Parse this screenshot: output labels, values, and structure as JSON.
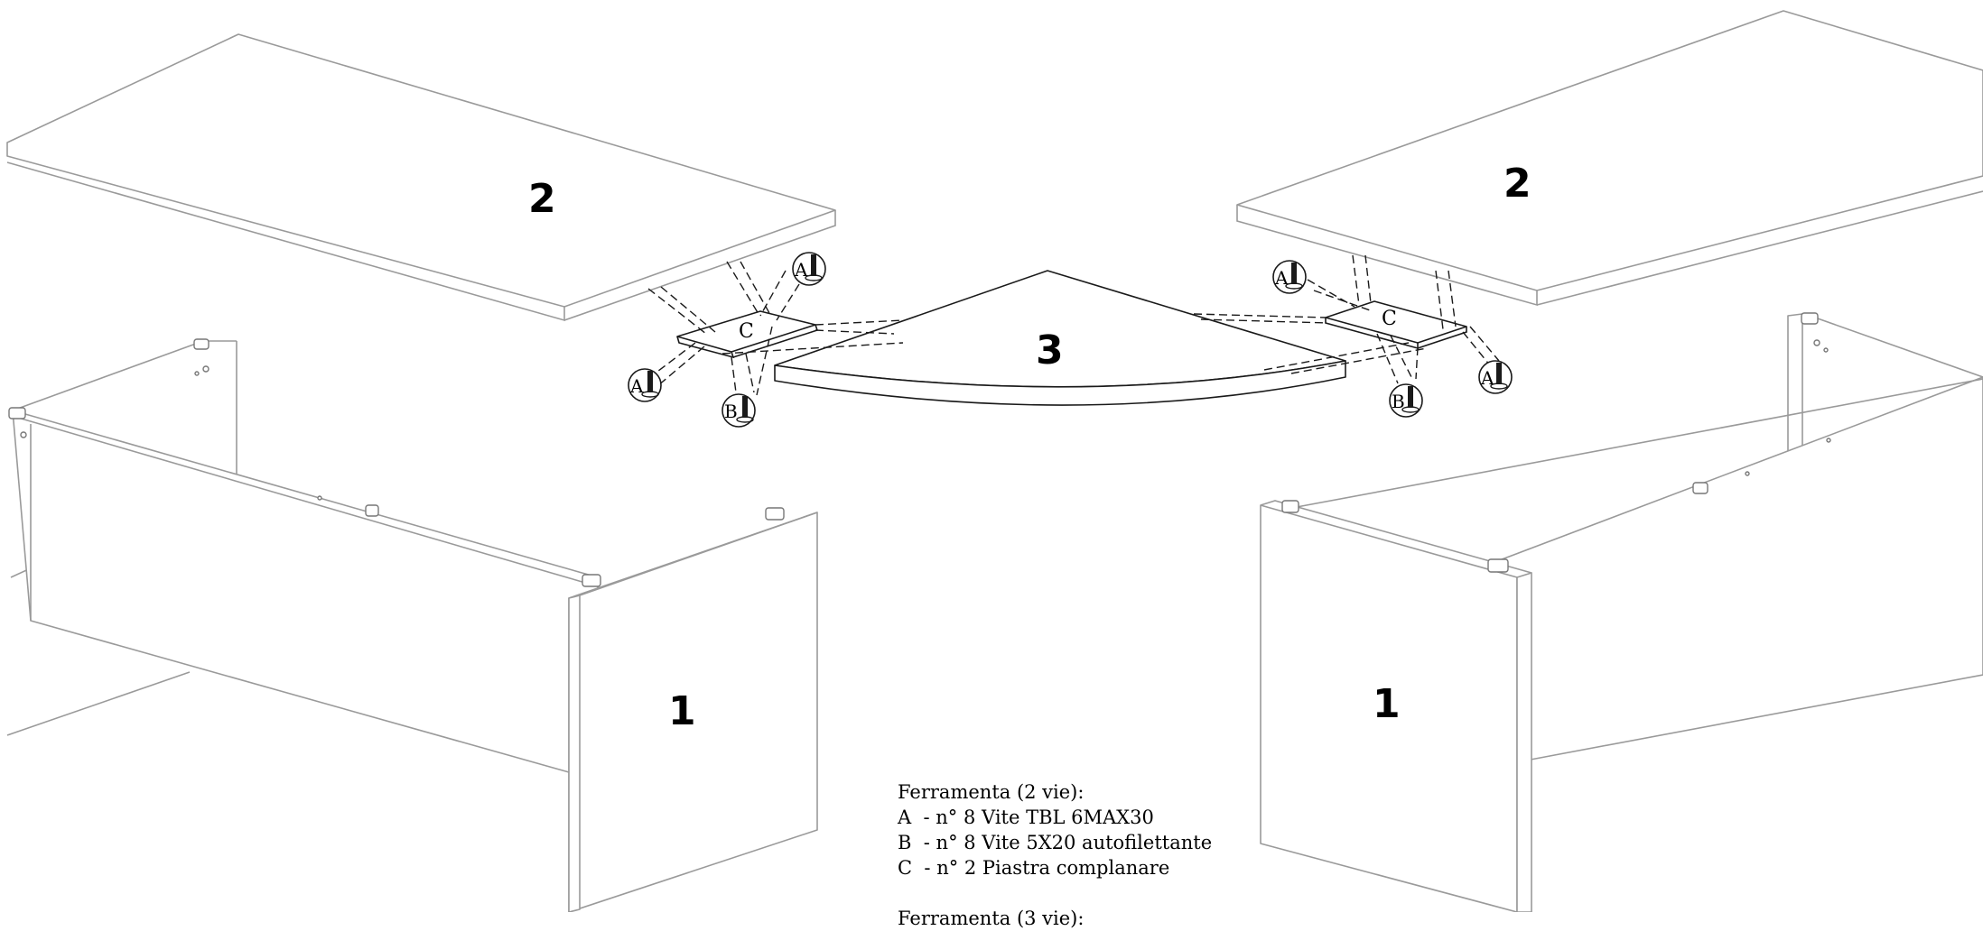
{
  "labels": {
    "side_panel": "1",
    "top_panel": "2",
    "corner_panel": "3"
  },
  "callouts": {
    "screw_a": "A",
    "screw_b": "B",
    "plate_c": "C"
  },
  "hardware_2_vie": {
    "title": "Ferramenta (2 vie):",
    "items": [
      "A  - n° 8 Vite TBL 6MAX30",
      "B  - n° 8 Vite 5X20 autofilettante",
      "C  - n° 2 Piastra complanare"
    ]
  },
  "hardware_3_vie": {
    "title": "Ferramenta (3 vie):"
  }
}
